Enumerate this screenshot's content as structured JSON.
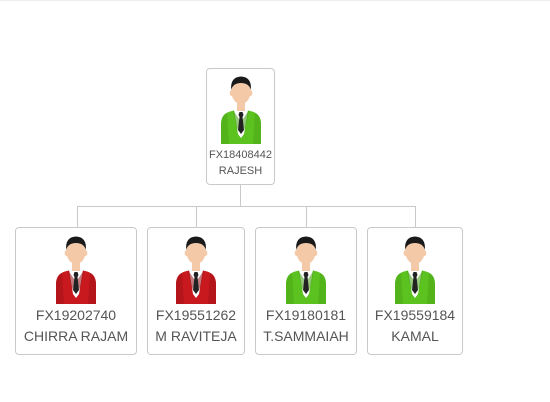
{
  "tree": {
    "root": {
      "id": "FX18408442",
      "name": "RAJESH",
      "avatar_color": "green"
    },
    "children": [
      {
        "id": "FX19202740",
        "name": "CHIRRA RAJAM",
        "avatar_color": "red"
      },
      {
        "id": "FX19551262",
        "name": "M RAVITEJA",
        "avatar_color": "red"
      },
      {
        "id": "FX19180181",
        "name": "T.SAMMAIAH",
        "avatar_color": "green"
      },
      {
        "id": "FX19559184",
        "name": "KAMAL",
        "avatar_color": "green"
      }
    ]
  },
  "colors": {
    "green_suit": "#5cc21f",
    "green_suit_dark": "#3f9a10",
    "red_suit": "#c8191f",
    "red_suit_dark": "#8f0f13",
    "skin": "#f4c9a8",
    "hair": "#1a1a1a",
    "node_border": "#c9c9c9",
    "text": "#555555"
  }
}
